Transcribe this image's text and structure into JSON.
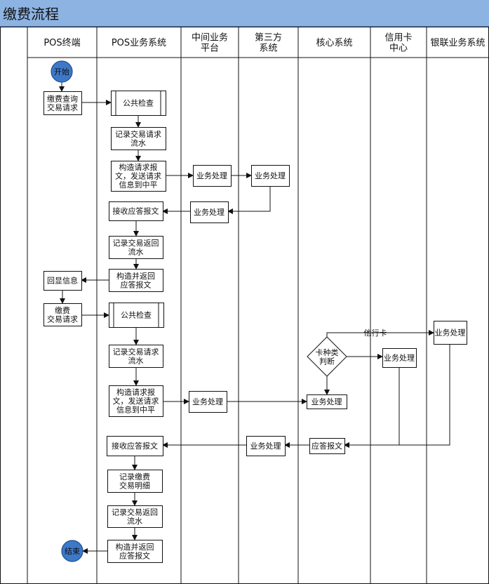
{
  "title": "缴费流程",
  "lanes": [
    {
      "id": "pos",
      "label": [
        "POS终端"
      ]
    },
    {
      "id": "posbiz",
      "label": [
        "POS业务系统"
      ]
    },
    {
      "id": "mid",
      "label": [
        "中间业务",
        "平台"
      ]
    },
    {
      "id": "third",
      "label": [
        "第三方",
        "系统"
      ]
    },
    {
      "id": "core",
      "label": [
        "核心系统"
      ]
    },
    {
      "id": "card",
      "label": [
        "信用卡",
        "中心"
      ]
    },
    {
      "id": "unionpay",
      "label": [
        "银联业务系统"
      ]
    }
  ],
  "nodes": [
    {
      "id": "start",
      "shape": "circle",
      "lines": [
        "开始"
      ]
    },
    {
      "id": "n1",
      "shape": "rect",
      "lines": [
        "缴费查询",
        "交易请求"
      ]
    },
    {
      "id": "n2",
      "shape": "subprocess",
      "lines": [
        "公共检查"
      ]
    },
    {
      "id": "n3",
      "shape": "rect",
      "lines": [
        "记录交易请求",
        "流水"
      ]
    },
    {
      "id": "n4",
      "shape": "rect",
      "lines": [
        "构造请求报",
        "文，发送请求",
        "信息到中平"
      ]
    },
    {
      "id": "n5",
      "shape": "rect",
      "lines": [
        "业务处理"
      ]
    },
    {
      "id": "n6",
      "shape": "rect",
      "lines": [
        "业务处理"
      ]
    },
    {
      "id": "n7",
      "shape": "rect",
      "lines": [
        "业务处理"
      ]
    },
    {
      "id": "n8",
      "shape": "rect",
      "lines": [
        "接收应答报文"
      ]
    },
    {
      "id": "n9",
      "shape": "rect",
      "lines": [
        "记录交易返回",
        "流水"
      ]
    },
    {
      "id": "n10",
      "shape": "rect",
      "lines": [
        "构造并返回",
        "应答报文"
      ]
    },
    {
      "id": "n11",
      "shape": "rect",
      "lines": [
        "回显信息"
      ]
    },
    {
      "id": "n12",
      "shape": "rect",
      "lines": [
        "缴费",
        "交易请求"
      ]
    },
    {
      "id": "n13",
      "shape": "subprocess",
      "lines": [
        "公共检查"
      ]
    },
    {
      "id": "n14",
      "shape": "rect",
      "lines": [
        "记录交易请求",
        "流水"
      ]
    },
    {
      "id": "n15",
      "shape": "rect",
      "lines": [
        "构造请求报",
        "文，发送请求",
        "信息到中平"
      ]
    },
    {
      "id": "n16",
      "shape": "rect",
      "lines": [
        "业务处理"
      ]
    },
    {
      "id": "n17",
      "shape": "diamond",
      "lines": [
        "卡种类",
        "判断"
      ]
    },
    {
      "id": "n18",
      "shape": "rect",
      "lines": [
        "业务处理"
      ]
    },
    {
      "id": "n19",
      "shape": "rect",
      "lines": [
        "业务处理"
      ]
    },
    {
      "id": "n20",
      "shape": "rect",
      "lines": [
        "业务处理"
      ]
    },
    {
      "id": "n21",
      "shape": "rect",
      "lines": [
        "应答报文"
      ]
    },
    {
      "id": "n22",
      "shape": "rect",
      "lines": [
        "业务处理"
      ]
    },
    {
      "id": "n23",
      "shape": "rect",
      "lines": [
        "接收应答报文"
      ]
    },
    {
      "id": "n24",
      "shape": "rect",
      "lines": [
        "记录缴费",
        "交易明细"
      ]
    },
    {
      "id": "n25",
      "shape": "rect",
      "lines": [
        "记录交易返回",
        "流水"
      ]
    },
    {
      "id": "n26",
      "shape": "rect",
      "lines": [
        "构造并返回",
        "应答报文"
      ]
    },
    {
      "id": "end",
      "shape": "circle",
      "lines": [
        "结束"
      ]
    }
  ],
  "edges": [
    {
      "from": "start",
      "to": "n1"
    },
    {
      "from": "n1",
      "to": "n2"
    },
    {
      "from": "n2",
      "to": "n3"
    },
    {
      "from": "n3",
      "to": "n4"
    },
    {
      "from": "n4",
      "to": "n5"
    },
    {
      "from": "n5",
      "to": "n6"
    },
    {
      "from": "n6",
      "to": "n7"
    },
    {
      "from": "n7",
      "to": "n8"
    },
    {
      "from": "n8",
      "to": "n9"
    },
    {
      "from": "n9",
      "to": "n10"
    },
    {
      "from": "n10",
      "to": "n11"
    },
    {
      "from": "n11",
      "to": "n12"
    },
    {
      "from": "n12",
      "to": "n13"
    },
    {
      "from": "n13",
      "to": "n14"
    },
    {
      "from": "n14",
      "to": "n15"
    },
    {
      "from": "n15",
      "to": "n16"
    },
    {
      "from": "n16",
      "to": "n19"
    },
    {
      "from": "n17",
      "to": "n20",
      "label": "他行卡"
    },
    {
      "from": "n17",
      "to": "n18"
    },
    {
      "from": "n17",
      "to": "n19"
    },
    {
      "from": "n18",
      "to": "n21"
    },
    {
      "from": "n20",
      "to": "n21"
    },
    {
      "from": "n21",
      "to": "n22"
    },
    {
      "from": "n22",
      "to": "n23"
    },
    {
      "from": "n23",
      "to": "n24"
    },
    {
      "from": "n24",
      "to": "n25"
    },
    {
      "from": "n25",
      "to": "n26"
    },
    {
      "from": "n26",
      "to": "end"
    }
  ]
}
